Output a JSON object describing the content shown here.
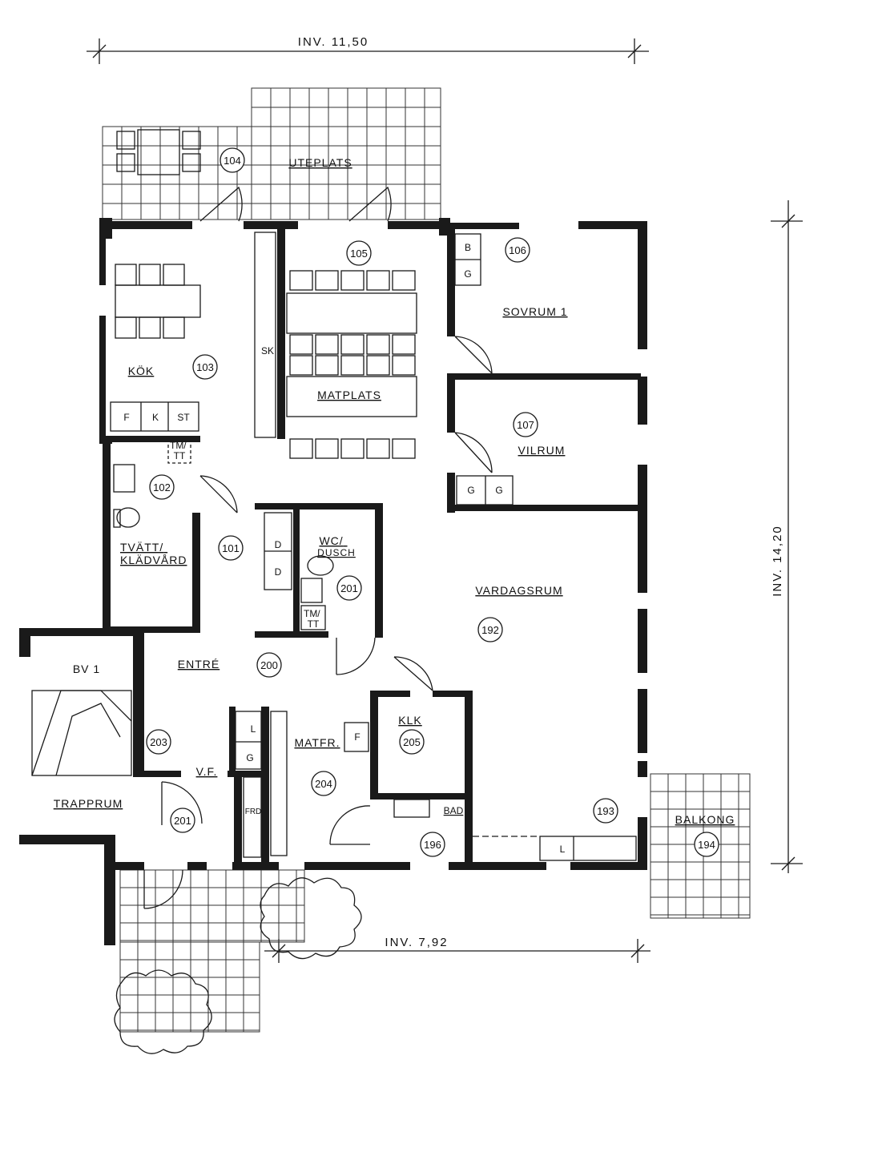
{
  "dimensions": {
    "top_width": "INV. 11,50",
    "right_height": "INV. 14,20",
    "bottom_width": "INV. 7,92"
  },
  "rooms": [
    {
      "name": "UTEPLATS",
      "number": "104"
    },
    {
      "name": "",
      "number": "105"
    },
    {
      "name": "SOVRUM 1",
      "number": "106"
    },
    {
      "name": "KÖK",
      "number": "103"
    },
    {
      "name": "MATPLATS",
      "number": ""
    },
    {
      "name": "VILRUM",
      "number": "107"
    },
    {
      "name": "TVÄTT/\nKLÄDVÅRD",
      "number": "102"
    },
    {
      "name": "",
      "number": "101"
    },
    {
      "name": "WC/\nDUSCH",
      "number": "201"
    },
    {
      "name": "VARDAGSRUM",
      "number": "192"
    },
    {
      "name": "ENTRÉ",
      "number": "200"
    },
    {
      "name": "BV 1",
      "number": ""
    },
    {
      "name": "",
      "number": "203"
    },
    {
      "name": "V.F.",
      "number": ""
    },
    {
      "name": "MATFR.",
      "number": "204"
    },
    {
      "name": "KLK",
      "number": "205"
    },
    {
      "name": "TRAPPRUM",
      "number": "201"
    },
    {
      "name": "BAD",
      "number": "196"
    },
    {
      "name": "",
      "number": "193"
    },
    {
      "name": "BALKONG",
      "number": "194"
    }
  ],
  "fixtures": {
    "sk": "SK",
    "fridge": "F",
    "freezer": "K",
    "stove": "ST",
    "b": "B",
    "g": "G",
    "tm_tt": "TM/\nTT",
    "d": "D",
    "l": "L",
    "frd": "FRD"
  }
}
